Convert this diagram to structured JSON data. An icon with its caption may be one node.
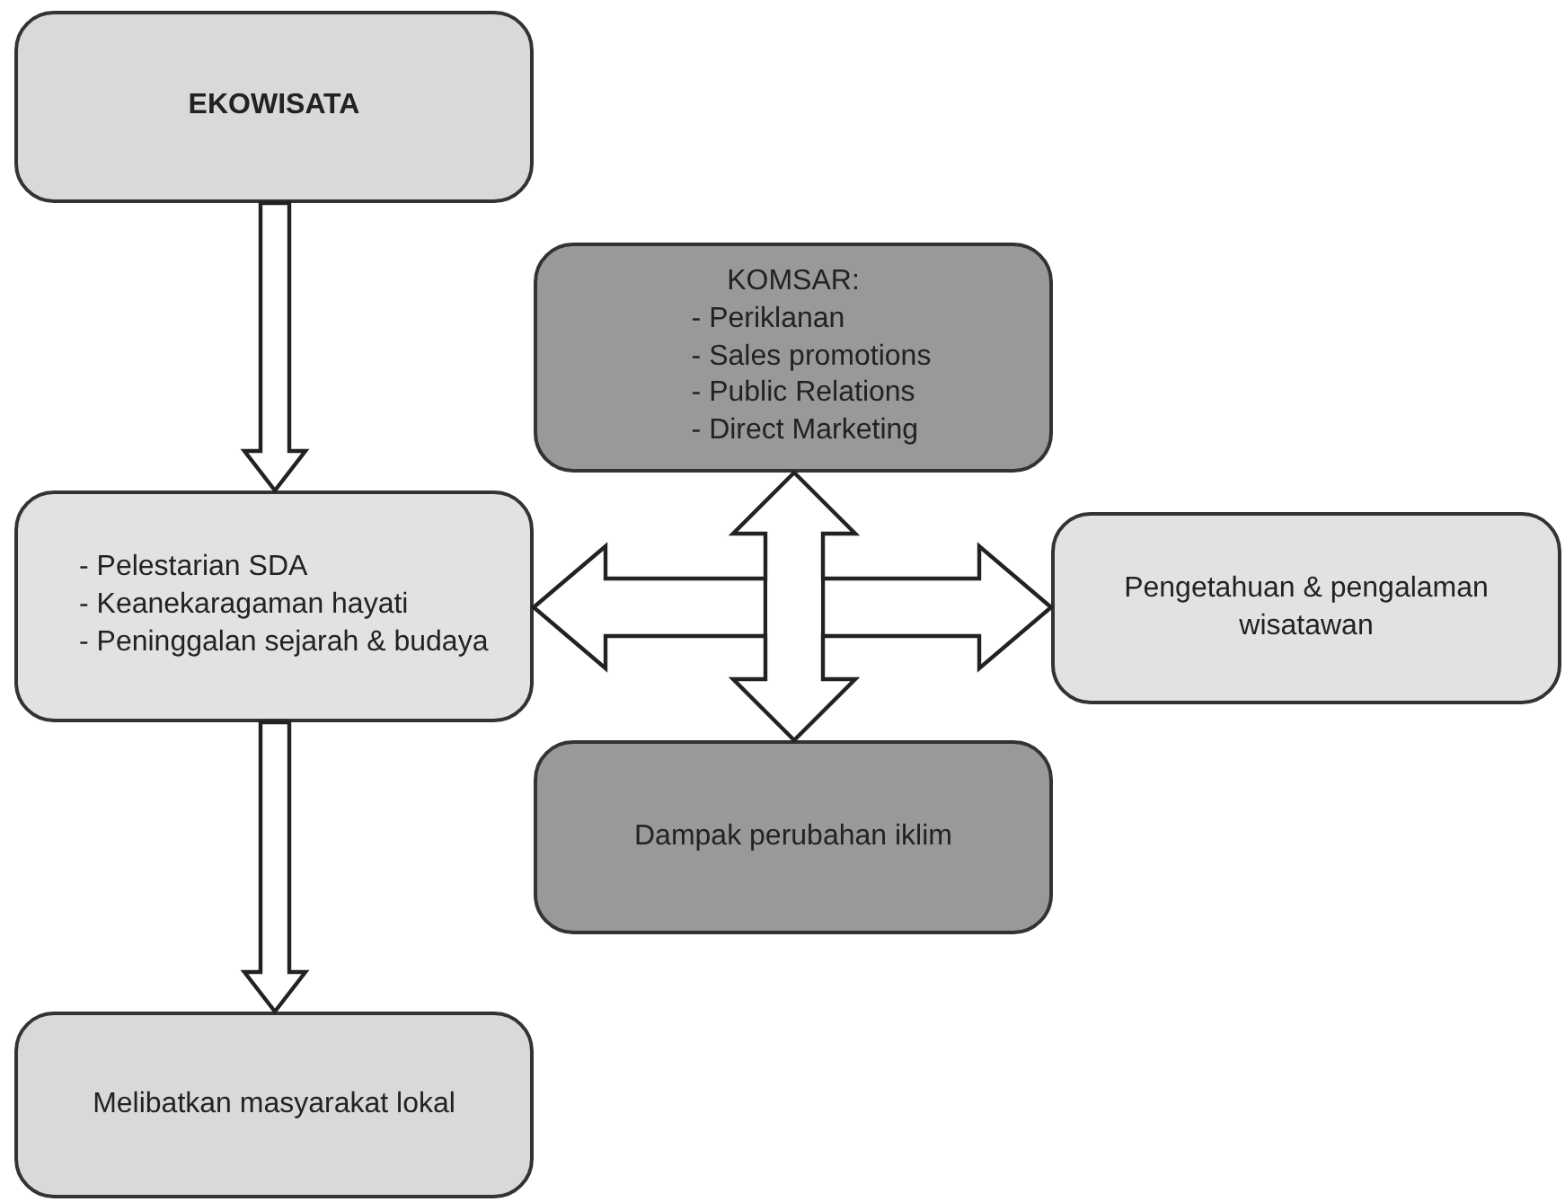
{
  "diagram": {
    "nodes": [
      {
        "text": [
          "EKOWISATA"
        ]
      },
      {
        "text": [
          "- Pelestarian SDA",
          "- Keanekaragaman hayati",
          "- Peninggalan sejarah & budaya"
        ]
      },
      {
        "text": [
          "KOMSAR:",
          "- Periklanan",
          "- Sales promotions",
          "- Public Relations",
          "- Direct Marketing"
        ]
      },
      {
        "text": [
          "Pengetahuan & pengalaman wisatawan"
        ]
      },
      {
        "text": [
          "Dampak perubahan iklim"
        ]
      },
      {
        "text": [
          "Melibatkan masyarakat lokal"
        ]
      }
    ],
    "edges": [
      {
        "from": 0,
        "to": 1,
        "arrow": "to"
      },
      {
        "from": 1,
        "to": 5,
        "arrow": "to"
      },
      {
        "from": 1,
        "to": 3,
        "arrow": "both"
      },
      {
        "from": 2,
        "to": 4,
        "arrow": "both"
      }
    ]
  }
}
